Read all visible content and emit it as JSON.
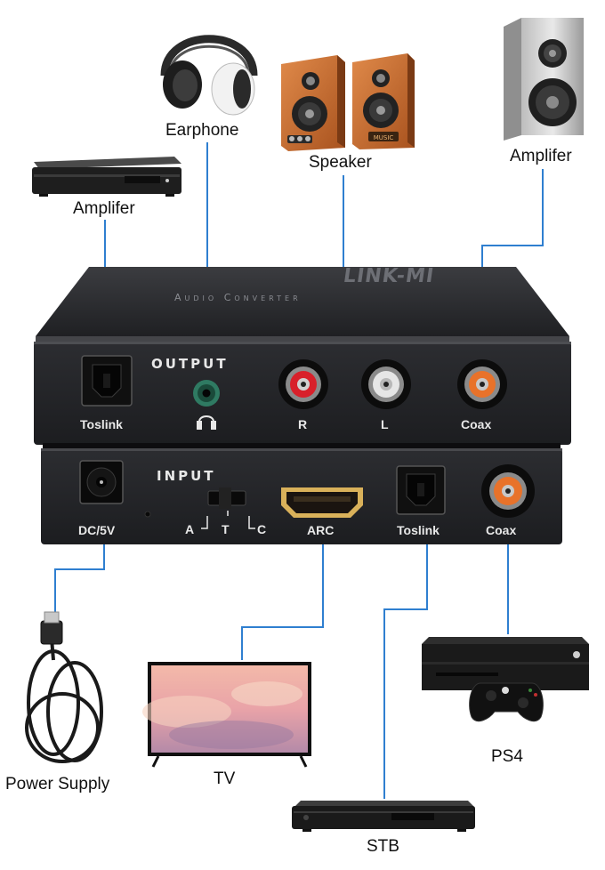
{
  "devices": {
    "earphone": "Earphone",
    "speaker": "Speaker",
    "amplifier_top_right": "Amplifer",
    "amplifier_top_left": "Amplifer",
    "power_supply": "Power Supply",
    "tv": "TV",
    "ps4": "PS4",
    "stb": "STB"
  },
  "product": {
    "brand": "LINK-MI",
    "model": "Audio Converter"
  },
  "output_panel": {
    "section_label": "OUTPUT",
    "toslink": "Toslink",
    "headphone_icon": "headphone-icon",
    "right": "R",
    "left": "L",
    "coax": "Coax"
  },
  "input_panel": {
    "section_label": "INPUT",
    "dc": "DC/5V",
    "switch_a": "A",
    "switch_t": "T",
    "switch_c": "C",
    "arc": "ARC",
    "toslink": "Toslink",
    "coax": "Coax"
  },
  "colors": {
    "connector_line": "#2f7fd0",
    "device_body": "#2a2b2e",
    "rca_red": "#d8202a",
    "rca_white": "#e6e6e6",
    "rca_orange": "#e8722a",
    "hdmi_gold": "#d9b15a"
  }
}
